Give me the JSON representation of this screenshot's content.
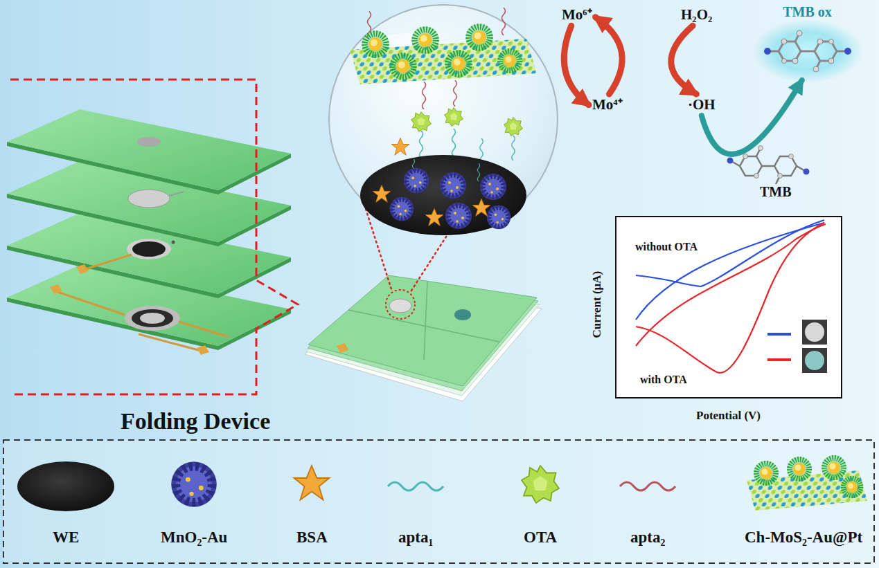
{
  "diagram": {
    "nodes": [
      {
        "text": [
          "Mo⁶⁺"
        ]
      },
      {
        "text": [
          "H₂O₂"
        ]
      },
      {
        "text": [
          "TMB ox"
        ]
      },
      {
        "text": [
          "Mo⁴⁺"
        ]
      },
      {
        "text": [
          "·OH"
        ]
      },
      {
        "text": [
          "TMB"
        ]
      }
    ],
    "edges": [
      {
        "from": 0,
        "to": 3,
        "arrow": "to"
      },
      {
        "from": 3,
        "to": 0,
        "arrow": "to"
      },
      {
        "from": 1,
        "to": 4,
        "arrow": "to"
      },
      {
        "from": 4,
        "to": 2,
        "arrow": "to"
      }
    ],
    "labels": [
      "without OTA",
      "with OTA",
      "Current (μA)",
      "Potential (V)",
      "Folding Device"
    ],
    "legend": [
      {
        "text": "WE"
      },
      {
        "text": "MnO₂-Au"
      },
      {
        "text": "BSA"
      },
      {
        "text": "apta₁"
      },
      {
        "text": "OTA"
      },
      {
        "text": "apta₂"
      },
      {
        "text": "Ch-MoS₂-Au@Pt"
      }
    ]
  }
}
